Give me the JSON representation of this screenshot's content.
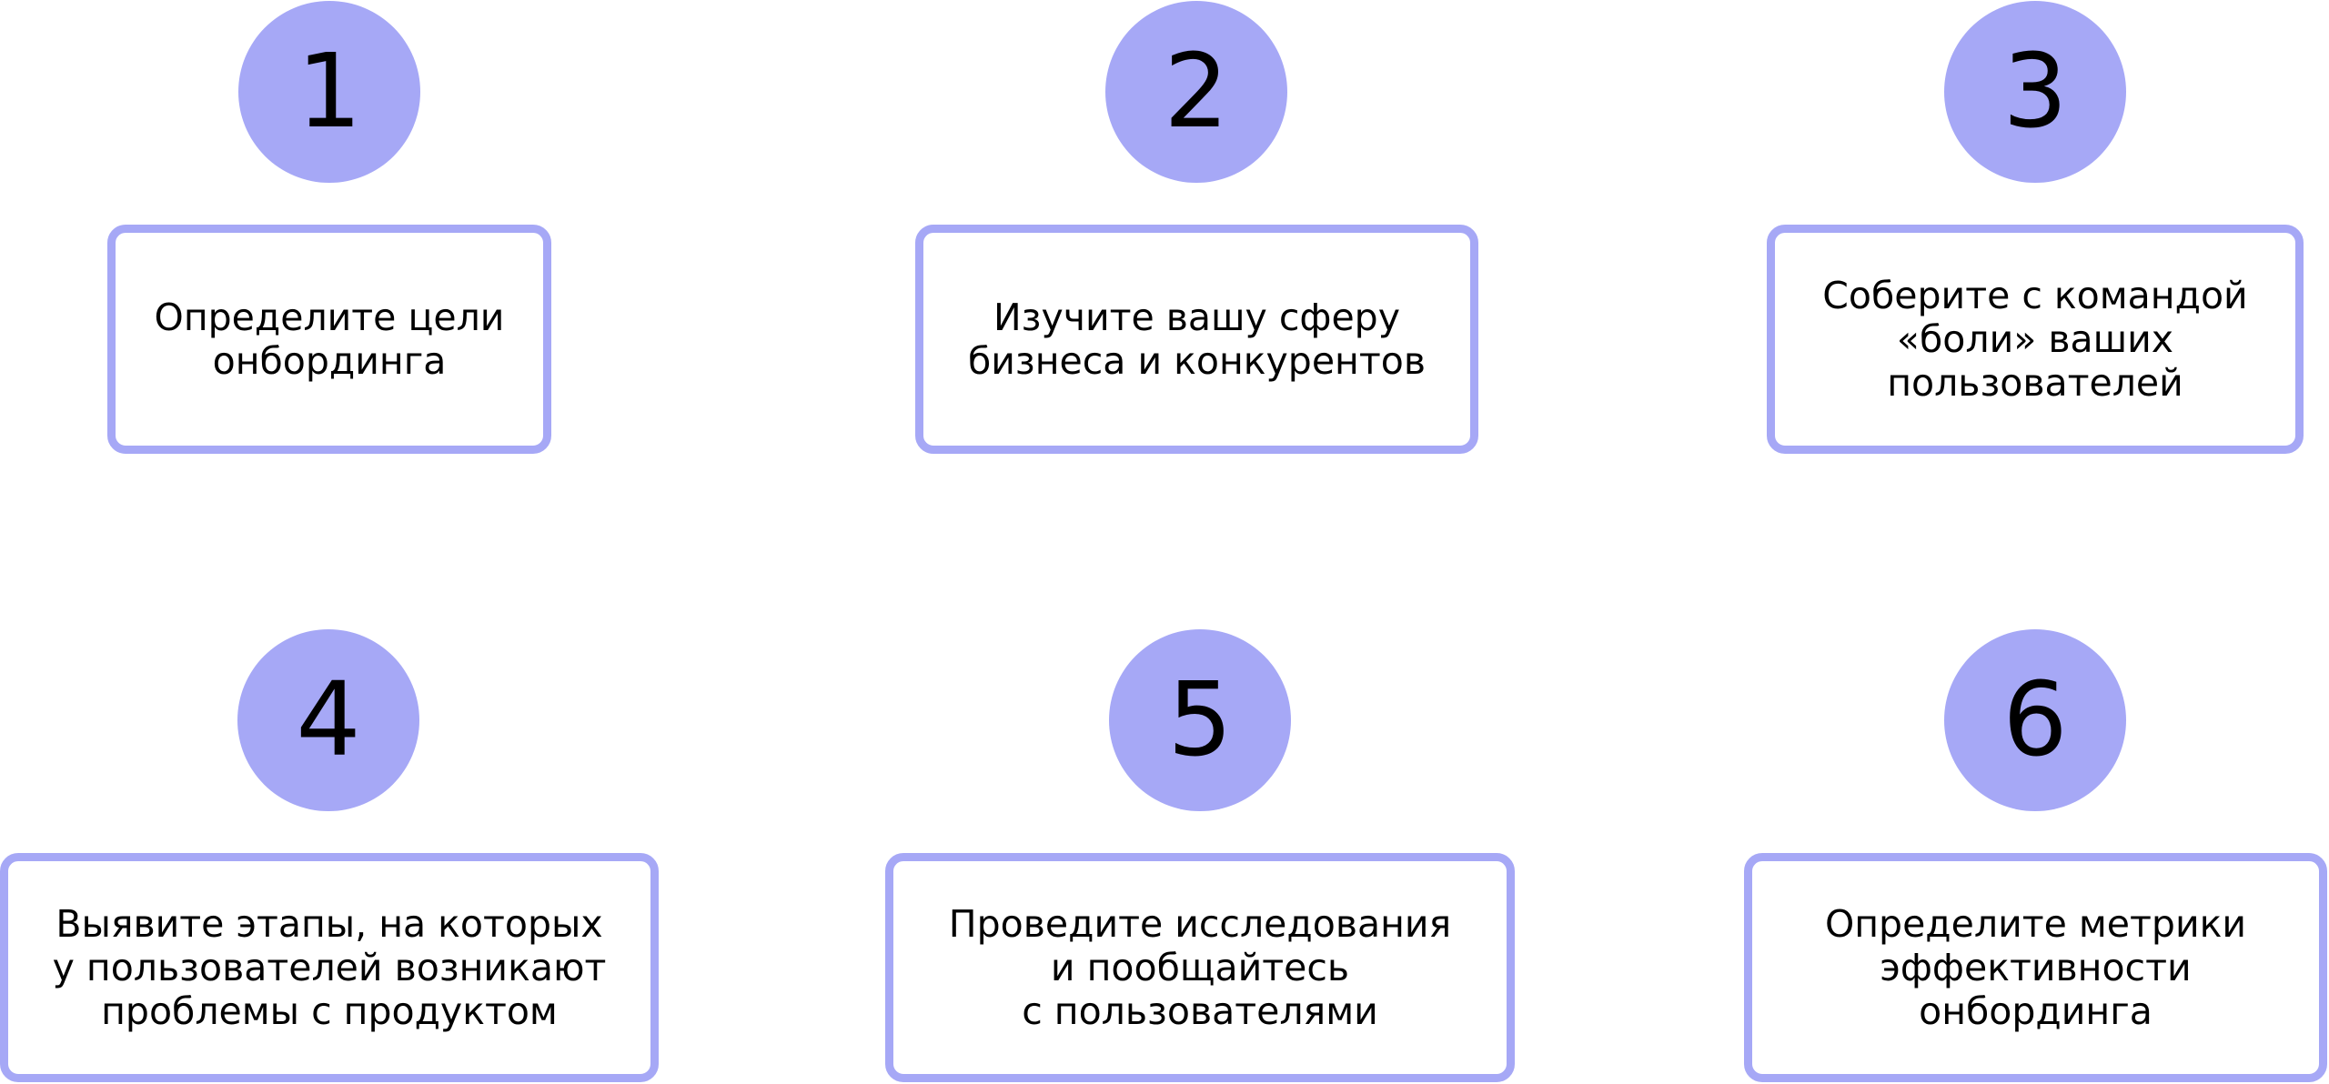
{
  "diagram": {
    "accent_color": "#a6a8f6",
    "steps": [
      {
        "number": "1",
        "text": "Определите цели\nонбординга"
      },
      {
        "number": "2",
        "text": "Изучите вашу сферу\nбизнеса и конкурентов"
      },
      {
        "number": "3",
        "text": "Соберите с командой\n«боли» ваших\nпользователей"
      },
      {
        "number": "4",
        "text": "Выявите этапы, на которых\nу пользователей возникают\nпроблемы с продуктом"
      },
      {
        "number": "5",
        "text": "Проведите исследования\nи пообщайтесь\nс пользователями"
      },
      {
        "number": "6",
        "text": "Определите метрики\nэффективности\nонбординга"
      }
    ]
  }
}
